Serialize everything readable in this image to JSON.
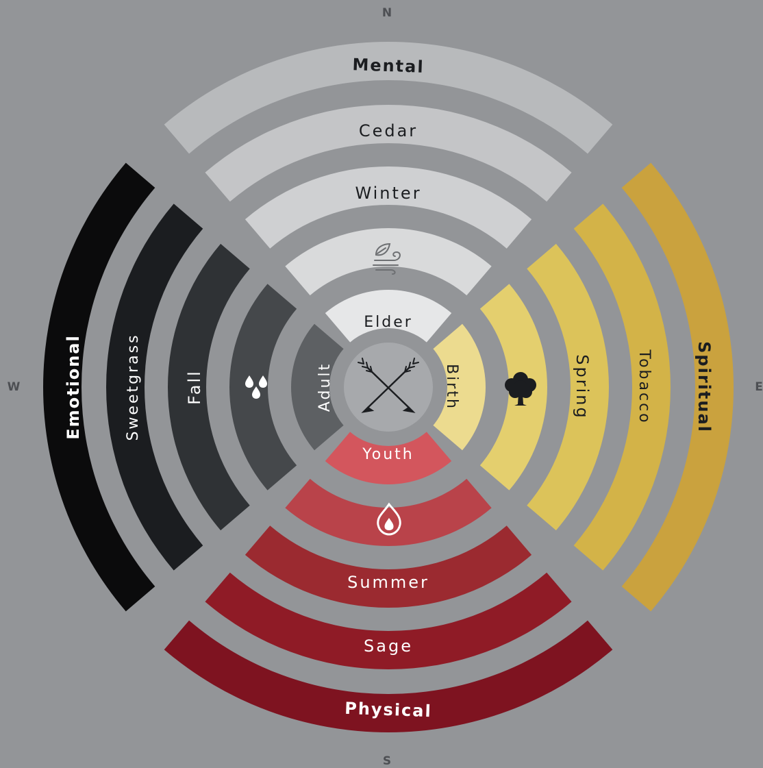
{
  "compass": {
    "north": "N",
    "east": "E",
    "south": "S",
    "west": "W"
  },
  "rings": {
    "aspects": {
      "north": "Mental",
      "east": "Spiritual",
      "south": "Physical",
      "west": "Emotional"
    },
    "medicines": {
      "north": "Cedar",
      "east": "Tobacco",
      "south": "Sage",
      "west": "Sweetgrass"
    },
    "seasons": {
      "north": "Winter",
      "east": "Spring",
      "south": "Summer",
      "west": "Fall"
    },
    "elements": {
      "north": "wind-icon",
      "east": "tree-icon",
      "south": "fire-icon",
      "west": "water-drops-icon"
    },
    "stages": {
      "north": "Elder",
      "east": "Birth",
      "south": "Youth",
      "west": "Adult"
    }
  },
  "center": {
    "icon": "crossed-arrows-icon"
  },
  "colors": {
    "background": "#939598",
    "north": [
      "#b8babc",
      "#c4c5c7",
      "#cfd0d2",
      "#d9dadb",
      "#e6e7e8"
    ],
    "east": [
      "#caa23e",
      "#d3b348",
      "#dcc35a",
      "#e4cf6e",
      "#ecdb8f"
    ],
    "south": [
      "#7e1320",
      "#8f1b26",
      "#9b2a30",
      "#b9434a",
      "#d3565d"
    ],
    "west": [
      "#0b0b0c",
      "#1b1d20",
      "#2f3235",
      "#45484b",
      "#5d6063"
    ]
  }
}
